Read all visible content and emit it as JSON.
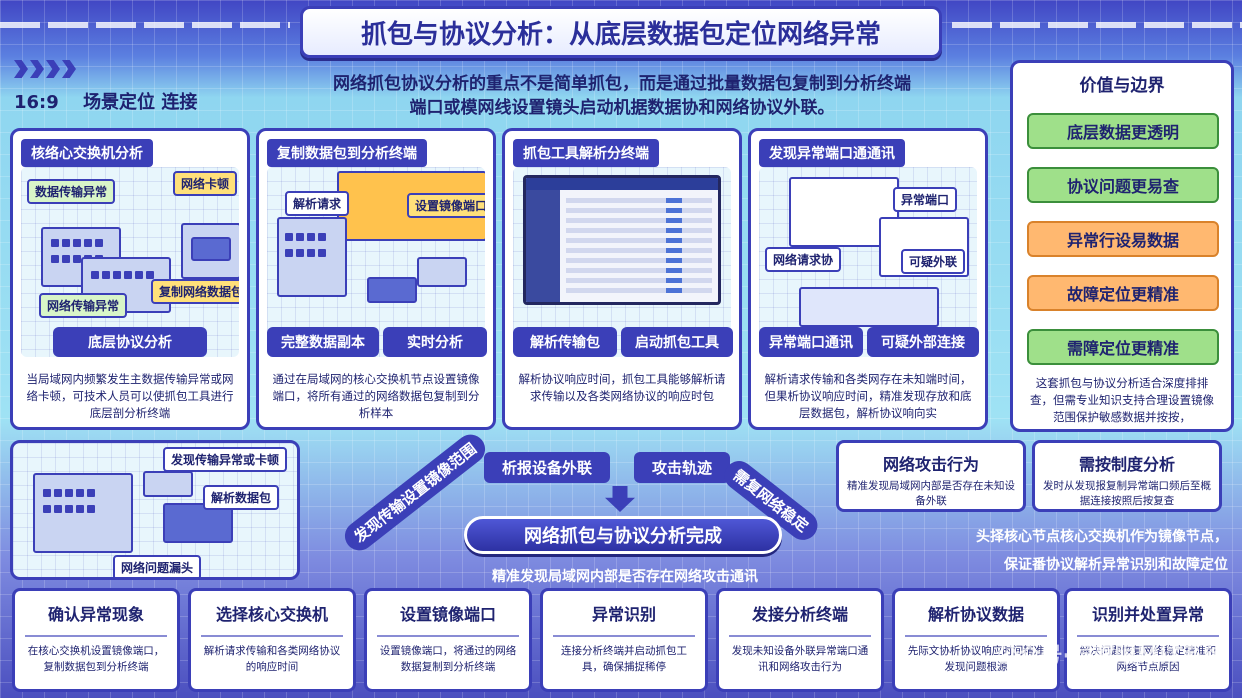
{
  "title": "抓包与协议分析：从底层数据包定位网络异常",
  "ratio": "16:9",
  "scene_label": "场景定位 连接",
  "intro": {
    "line1": "网络抓包协议分析的重点不是简单抓包，而是通过批量数据包复制到分析终端",
    "line2": "端口或模网线设置镜头启动机据数据协和网络协议外联。"
  },
  "panels": [
    {
      "title": "核络心交换机分析",
      "tags": [
        "数据传输异常",
        "网络卡顿",
        "网络传输异常",
        "复制网络数据包"
      ],
      "buttons": [
        "底层协议分析"
      ],
      "desc": "当局域网内频繁发生主数据传输异常或网络卡顿，可技术人员可以使抓包工具进行底层剖分析终端"
    },
    {
      "title": "复制数据包到分析终端",
      "tags": [
        "解析请求",
        "设置镜像端口"
      ],
      "buttons": [
        "完整数据副本",
        "实时分析"
      ],
      "desc": "通过在局域网的核心交换机节点设置镜像端口，将所有通过的网络数据包复制到分析样本"
    },
    {
      "title": "抓包工具解析分终端",
      "tags": [],
      "buttons": [
        "解析传输包",
        "启动抓包工具"
      ],
      "desc": "解析协议响应时间，抓包工具能够解析请求传输以及各类网络协议的响应时包"
    },
    {
      "title": "发现异常端口通通讯",
      "tags": [
        "异常端口",
        "网络请求协",
        "可疑外联"
      ],
      "buttons": [
        "异常端口通讯",
        "可疑外部连接"
      ],
      "desc": "解析请求传输和各类网存在未知端时间，但果析协议响应时间，精准发现存放和底层数据包，解析协议响向实"
    }
  ],
  "value_panel": {
    "title": "价值与边界",
    "items": [
      {
        "label": "底层数据更透明",
        "color": "green"
      },
      {
        "label": "协议问题更易查",
        "color": "green"
      },
      {
        "label": "异常行设易数据",
        "color": "orange"
      },
      {
        "label": "故障定位更精准",
        "color": "orange"
      },
      {
        "label": "需障定位更精准",
        "color": "green"
      }
    ],
    "desc": "这套抓包与协议分析适合深度排排查，但需专业知识支持合理设置镜像范围保护敏感数据并按按，"
  },
  "bottom_scene": {
    "tags": [
      "发现传输异常或卡顿",
      "解析数据包",
      "网络问题漏头"
    ]
  },
  "flow": {
    "center_pill": "析报设备外联",
    "attack_pill": "攻击轨迹",
    "left_arc": "发现传输设置镜像范围",
    "right_arc": "需复网络稳定",
    "complete": "网络抓包与协议分析完成",
    "complete_sub": "精准发现局域网内部是否存在网络攻击通讯"
  },
  "small_cards": [
    {
      "title": "网络攻击行为",
      "desc": "精准发现局域网内部是否存在未知设备外联"
    },
    {
      "title": "需按制度分析",
      "desc": "发时从发现报复制异常端口频后至概据连接按照后按复查"
    }
  ],
  "right_notes": [
    "头择核心节点核心交换机作为镜像节点，",
    "保证番协议解析异常识别和故障定位"
  ],
  "steps": [
    {
      "title": "确认异常现象",
      "desc": "在核心交换机设置镜像端口，复制数据包到分析终端"
    },
    {
      "title": "选择核心交换机",
      "desc": "解析请求传输和各类网络协议的响应时间"
    },
    {
      "title": "设置镜像端口",
      "desc": "设置镜像端口，将通过的网络数据复制到分析终端"
    },
    {
      "title": "异常识别",
      "desc": "连接分析终端并启动抓包工具，确保捕捉稀停"
    },
    {
      "title": "发接分析终端",
      "desc": "发现未知设备外联异常端口通讯和网络攻击行为"
    },
    {
      "title": "解析协议数据",
      "desc": "先际文协析协议响应时间精准发现问题根源"
    },
    {
      "title": "识别并处置异常",
      "desc": "解决问题恢复网络稳定精准和网络节点原因"
    }
  ],
  "watermark": "公众号·洞察眼MIT系统"
}
